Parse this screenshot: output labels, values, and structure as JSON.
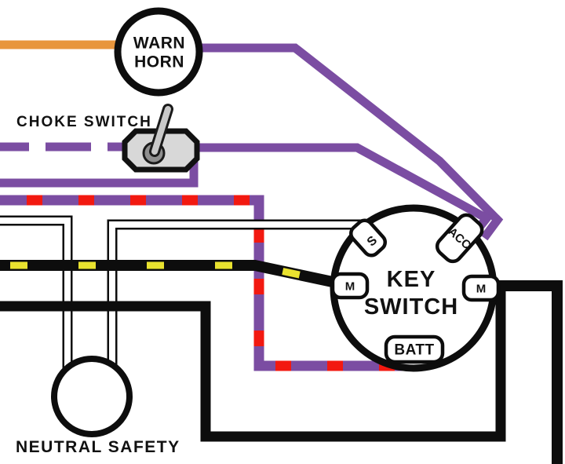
{
  "diagram": {
    "components": {
      "warn_horn": {
        "label_line1": "WARN",
        "label_line2": "HORN"
      },
      "choke_switch": {
        "label": "CHOKE SWITCH"
      },
      "key_switch": {
        "label_line1": "KEY",
        "label_line2": "SWITCH",
        "terminals": {
          "s": "S",
          "acc": "ACC",
          "m_left": "M",
          "m_right": "M",
          "batt": "BATT"
        }
      },
      "neutral_safety": {
        "label": "NEUTRAL SAFETY"
      }
    },
    "colors": {
      "purple": "#7B4DA2",
      "orange": "#E8953C",
      "yellow": "#E9E22F",
      "red": "#F21910",
      "switch_gray": "#D8D8D8",
      "lever_gray": "#C9C9C9",
      "hub_gray": "#8F8F8F",
      "wire_black": "#0D0D0D",
      "wire_white": "#FFFFFF"
    }
  }
}
